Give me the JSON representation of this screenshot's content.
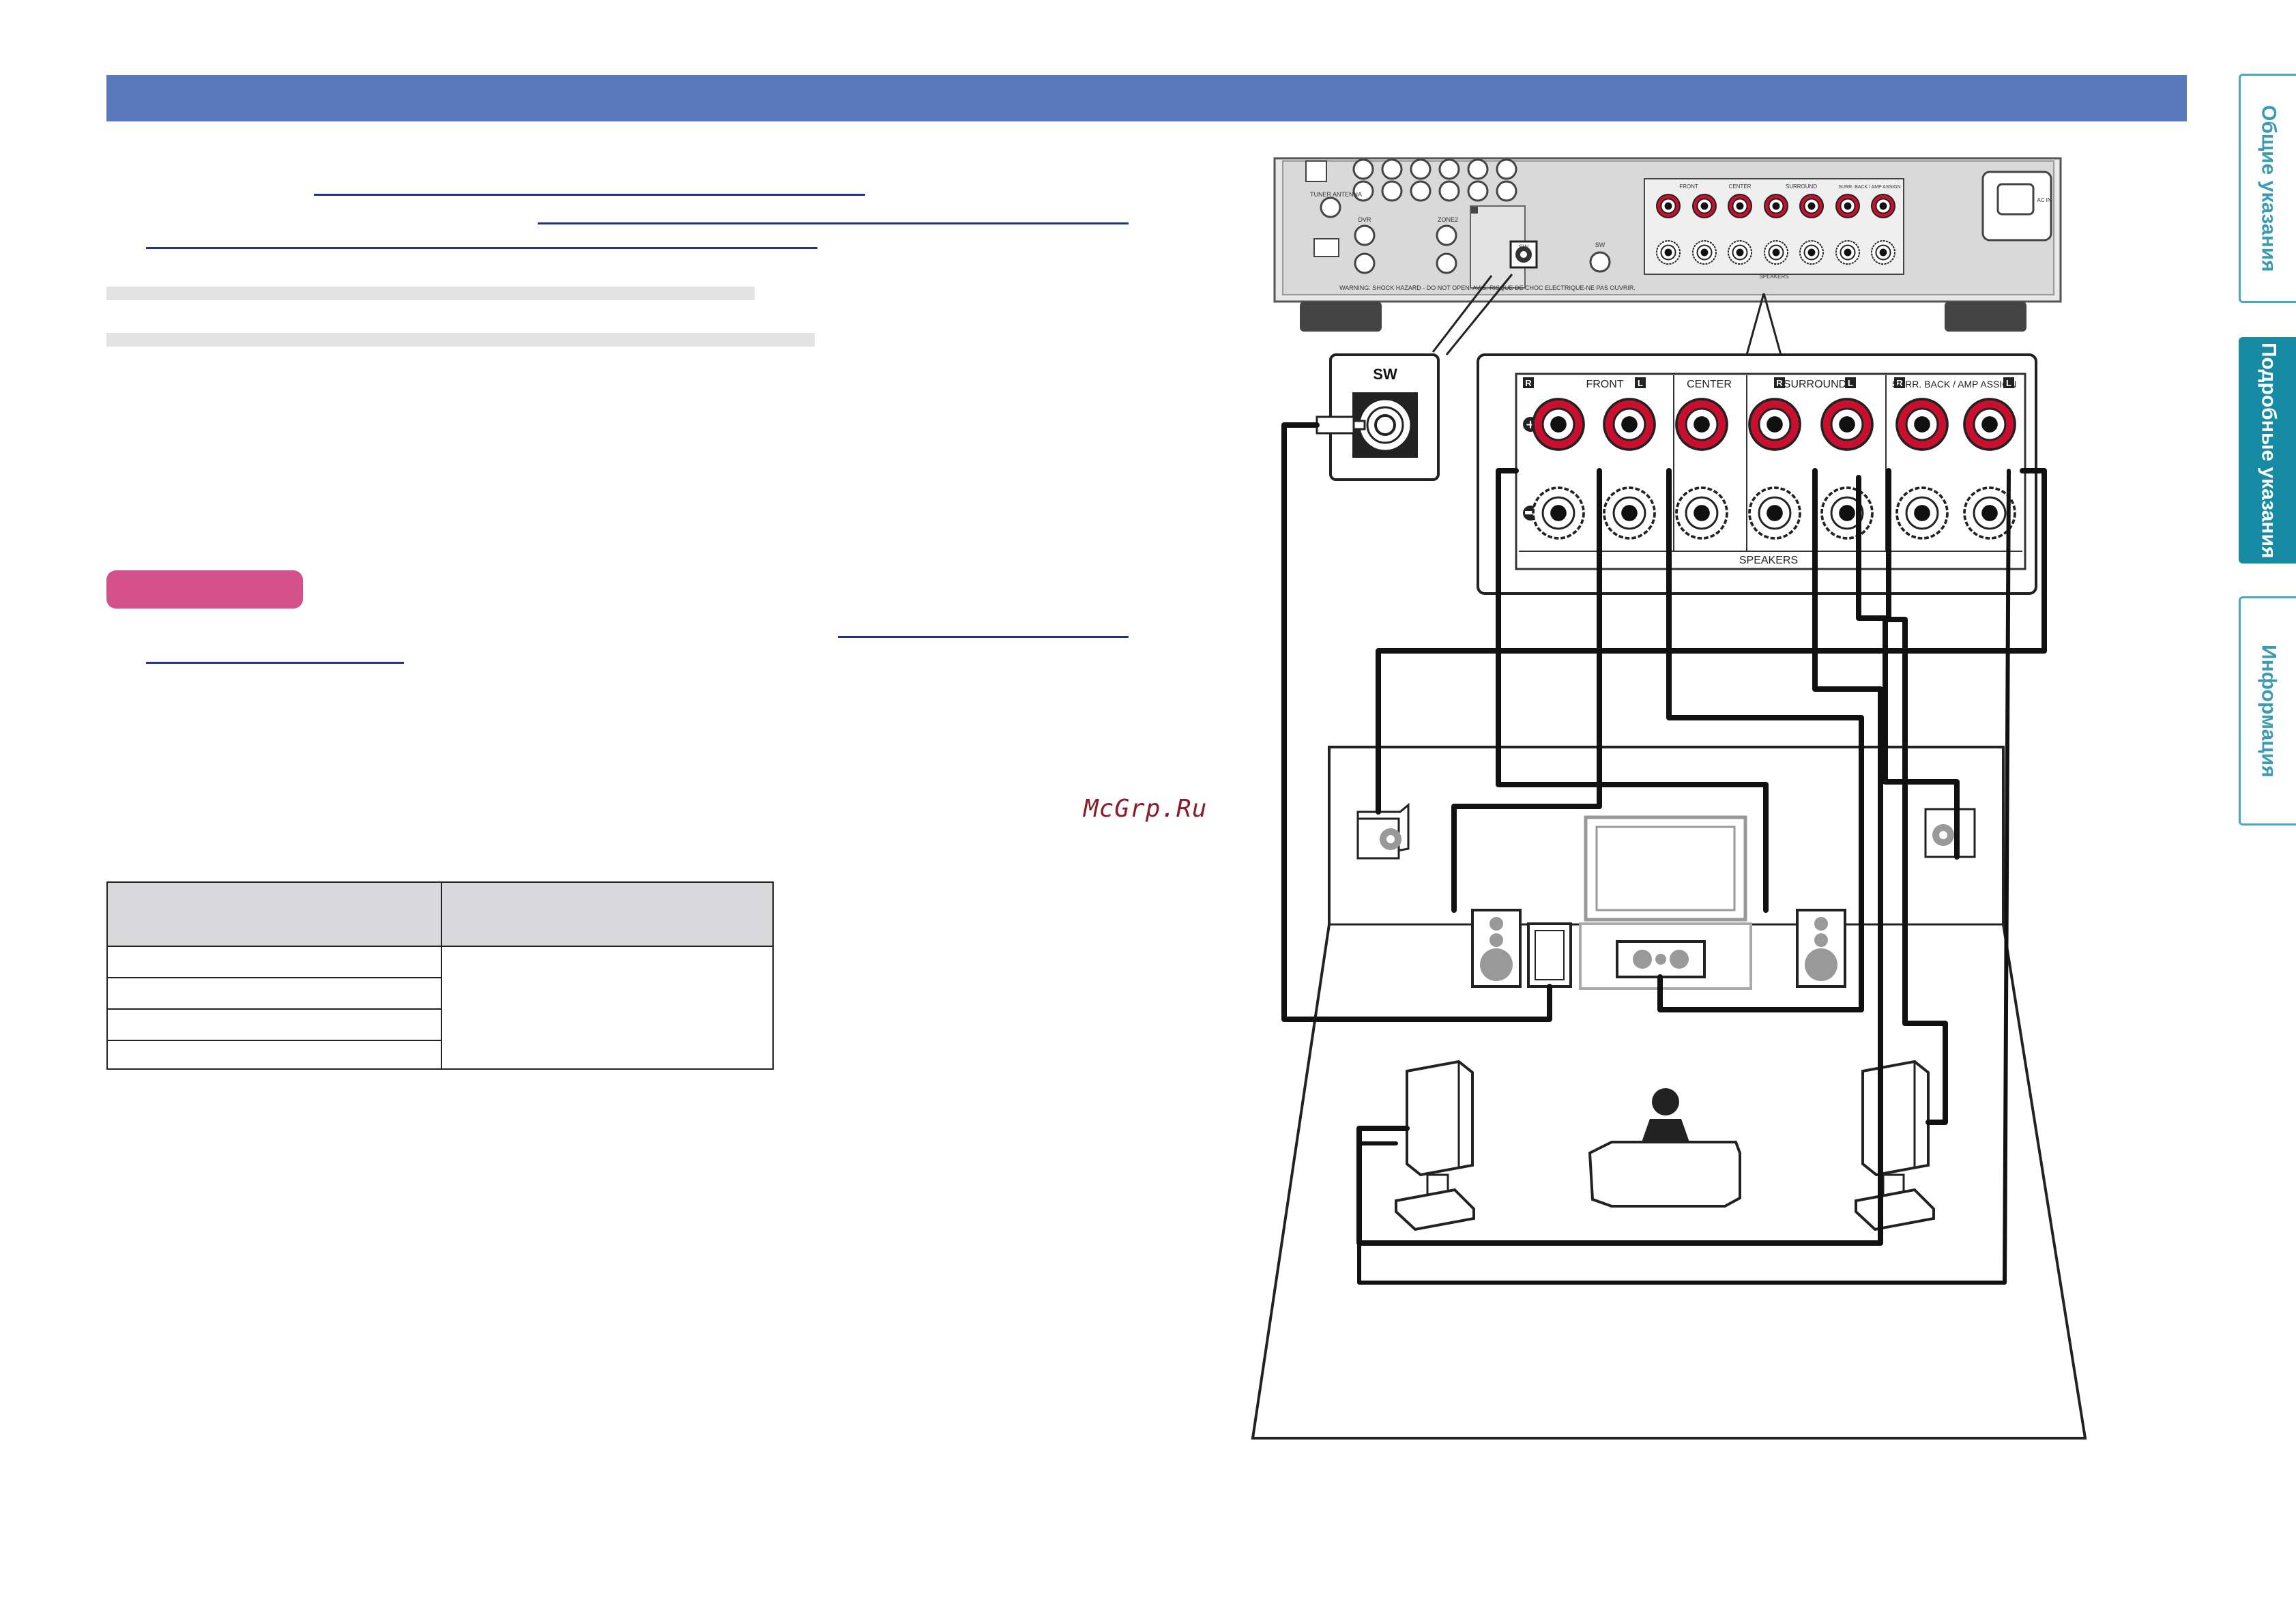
{
  "watermark": {
    "text": "McGrp.Ru"
  },
  "side_tabs": [
    {
      "label": "Общие указания",
      "active": false
    },
    {
      "label": "Подробные указания",
      "active": true
    },
    {
      "label": "Информация",
      "active": false
    }
  ],
  "diagram": {
    "sw_label": "SW",
    "terminal_labels": {
      "front": "FRONT",
      "center": "CENTER",
      "surround": "SURROUND",
      "surr_back": "SURR. BACK / AMP ASSIGN",
      "right_marker": "R",
      "left_marker": "L",
      "speakers": "SPEAKERS"
    },
    "receiver_labels": {
      "warning": "WARNING: SHOCK HAZARD - DO NOT OPEN.  AVIS: RISQUE DE CHOC ELECTRIQUE-NE PAS OUVRIR.",
      "tuner_antenna": "TUNER ANTENNA",
      "dvr": "DVR",
      "zone2": "ZONE2",
      "sw_small": "SW",
      "speakers_small": "SPEAKERS",
      "ac_in": "AC IN",
      "front_small": "FRONT",
      "center_small": "CENTER",
      "surround_small": "SURROUND",
      "surr_back_small": "SURR. BACK / AMP ASSIGN"
    }
  },
  "colors": {
    "header_bar": "#5a79bd",
    "note_badge": "#d4508b",
    "side_tab_active": "#178aa4",
    "side_tab_border": "#4aa7bd",
    "terminal_red": "#c8102e"
  }
}
